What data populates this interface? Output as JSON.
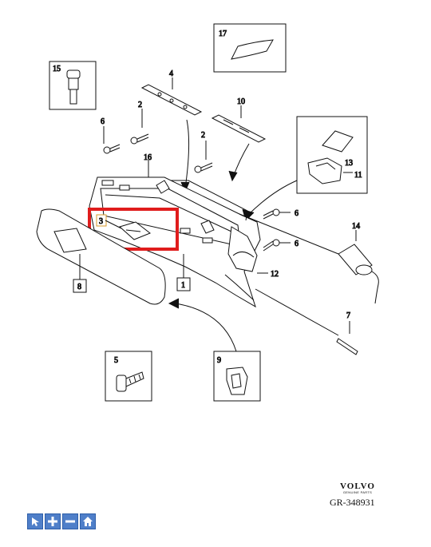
{
  "diagram": {
    "callouts": {
      "c1": "1",
      "c2a": "2",
      "c2b": "2",
      "c3": "3",
      "c4": "4",
      "c5": "5",
      "c6a": "6",
      "c6b": "6",
      "c6c": "6",
      "c7": "7",
      "c8": "8",
      "c9": "9",
      "c10": "10",
      "c11": "11",
      "c12": "12",
      "c13": "13",
      "c14": "14",
      "c15": "15",
      "c16": "16",
      "c17": "17"
    },
    "highlight_color": "#e01c1c"
  },
  "brand": {
    "name": "VOLVO",
    "subtitle": "GENUINE PARTS",
    "reference": "GR-348931"
  },
  "toolbar": {
    "icons": [
      "select-icon",
      "zoom-in-icon",
      "zoom-out-icon",
      "home-icon"
    ],
    "color": "#4f7fc9"
  }
}
